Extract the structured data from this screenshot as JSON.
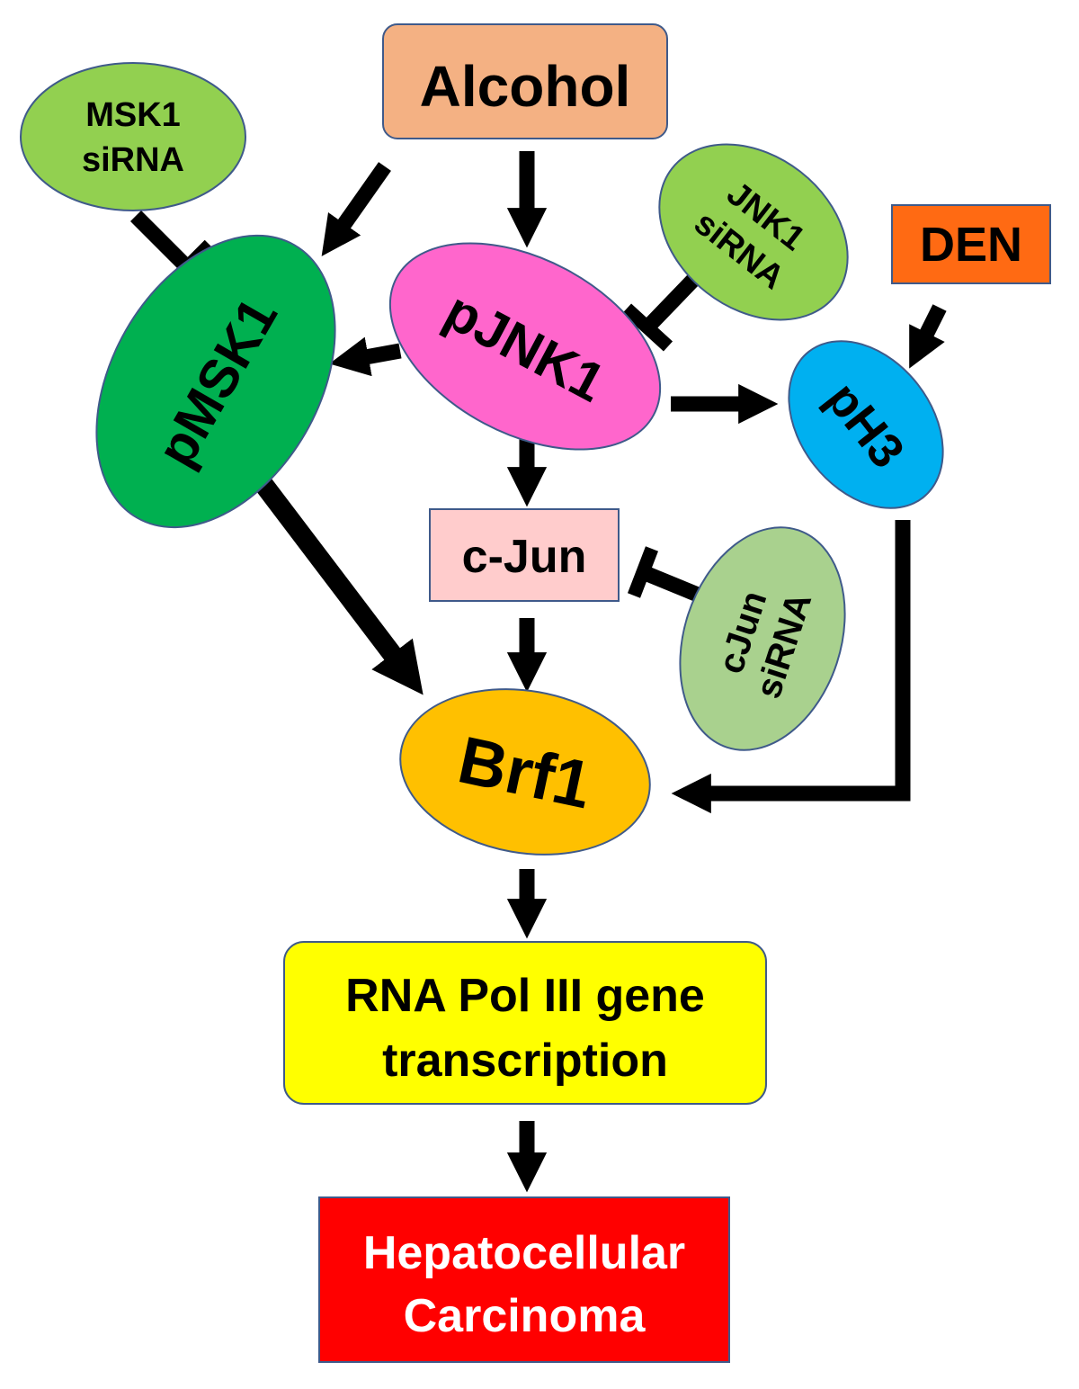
{
  "nodes": {
    "alcohol": {
      "label": "Alcohol",
      "fill": "#f4b183"
    },
    "msk1_sirna": {
      "lines": [
        "MSK1",
        "siRNA"
      ],
      "fill": "#92d050"
    },
    "jnk1_sirna": {
      "lines": [
        "JNK1",
        "siRNA"
      ],
      "fill": "#92d050"
    },
    "den": {
      "label": "DEN",
      "fill": "#ff6a13"
    },
    "pmsk1": {
      "label": "pMSK1",
      "fill": "#00b050"
    },
    "pjnk1": {
      "label": "pJNK1",
      "fill": "#ff66cc"
    },
    "ph3": {
      "label": "pH3",
      "fill": "#00b0f0"
    },
    "cjun": {
      "label": "c-Jun",
      "fill": "#ffcccc"
    },
    "cjun_sirna": {
      "lines": [
        "cJun",
        "siRNA"
      ],
      "fill": "#a9d18e"
    },
    "brf1": {
      "label": "Brf1",
      "fill": "#ffc000"
    },
    "rna_pol": {
      "lines": [
        "RNA Pol III gene",
        "transcription"
      ],
      "fill": "#ffff00"
    },
    "hcc": {
      "lines": [
        "Hepatocellular",
        "Carcinoma"
      ],
      "fill": "#ff0000",
      "text_color": "#ffffff"
    }
  },
  "edges": [
    {
      "from": "alcohol",
      "to": "pmsk1",
      "type": "activate"
    },
    {
      "from": "alcohol",
      "to": "pjnk1",
      "type": "activate"
    },
    {
      "from": "msk1_sirna",
      "to": "pmsk1",
      "type": "inhibit"
    },
    {
      "from": "jnk1_sirna",
      "to": "pjnk1",
      "type": "inhibit"
    },
    {
      "from": "den",
      "to": "ph3",
      "type": "activate"
    },
    {
      "from": "pjnk1",
      "to": "pmsk1",
      "type": "activate"
    },
    {
      "from": "pjnk1",
      "to": "ph3",
      "type": "activate"
    },
    {
      "from": "pjnk1",
      "to": "cjun",
      "type": "activate"
    },
    {
      "from": "cjun_sirna",
      "to": "cjun",
      "type": "inhibit"
    },
    {
      "from": "cjun",
      "to": "brf1",
      "type": "activate"
    },
    {
      "from": "pmsk1",
      "to": "brf1",
      "type": "activate"
    },
    {
      "from": "ph3",
      "to": "brf1",
      "type": "activate"
    },
    {
      "from": "brf1",
      "to": "rna_pol",
      "type": "activate"
    },
    {
      "from": "rna_pol",
      "to": "hcc",
      "type": "activate"
    }
  ]
}
